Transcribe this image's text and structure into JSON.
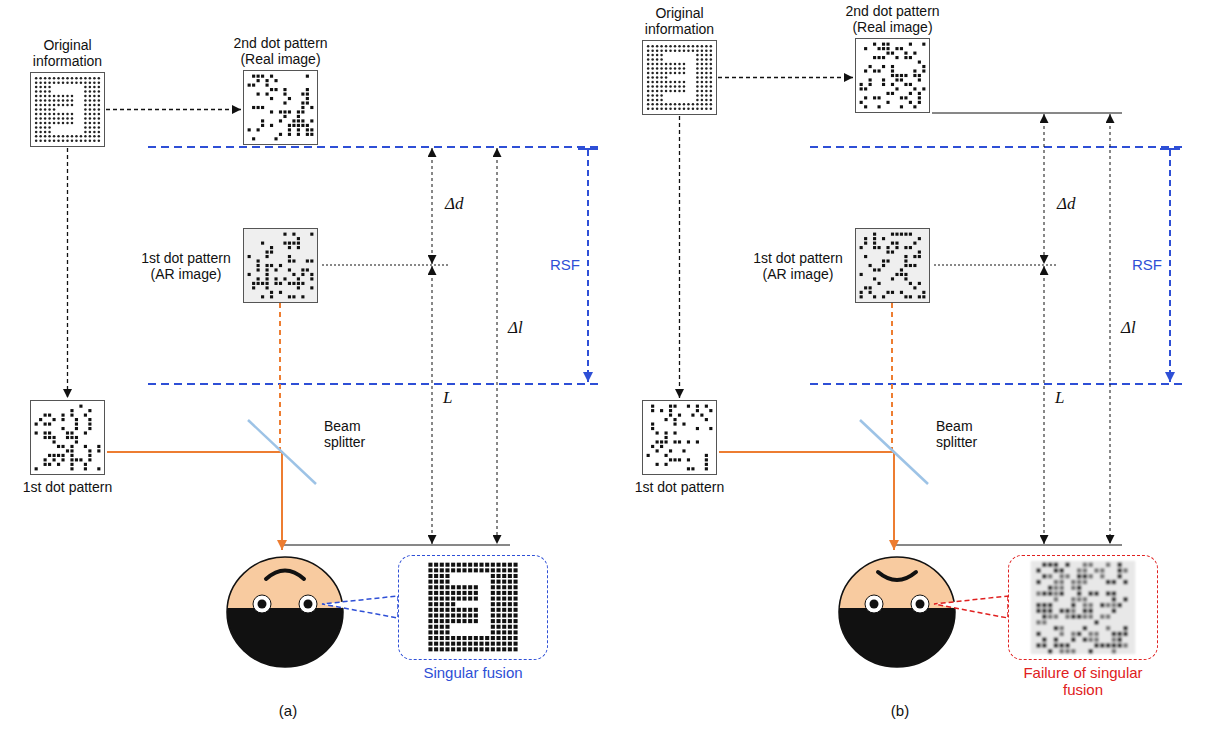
{
  "diagram": {
    "nodes": [
      {
        "text": [
          "Original information"
        ]
      },
      {
        "text": [
          "2nd dot pattern (Real image)"
        ]
      },
      {
        "text": [
          "1st dot pattern (AR image)"
        ]
      },
      {
        "text": [
          "1st dot pattern"
        ]
      },
      {
        "text": [
          "Singular fusion"
        ]
      },
      {
        "text": [
          "Original information"
        ]
      },
      {
        "text": [
          "2nd dot pattern (Real image)"
        ]
      },
      {
        "text": [
          "1st dot pattern (AR image)"
        ]
      },
      {
        "text": [
          "1st dot pattern"
        ]
      },
      {
        "text": [
          "Failure of singular fusion"
        ]
      }
    ],
    "edges": [
      {
        "from": 0,
        "to": 1,
        "arrow": "to"
      },
      {
        "from": 0,
        "to": 3,
        "arrow": "to"
      },
      {
        "from": 5,
        "to": 6,
        "arrow": "to"
      },
      {
        "from": 5,
        "to": 8,
        "arrow": "to"
      }
    ],
    "labels": [
      "Δd",
      "Δl",
      "L",
      "RSF",
      "Beam splitter",
      "(a)",
      "Δd",
      "Δl",
      "L",
      "RSF",
      "Beam splitter",
      "(b)"
    ]
  }
}
